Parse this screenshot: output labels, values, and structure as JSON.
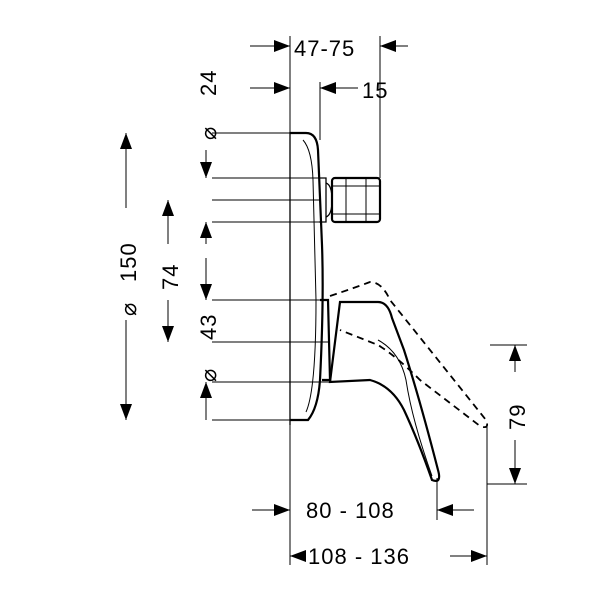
{
  "dimensions": {
    "depth_range": "47-75",
    "outlet_diameter": "24",
    "outlet_length": "15",
    "plate_diameter": "150",
    "outlet_spacing": "74",
    "handle_diameter": "43",
    "handle_height": "79",
    "projection_short": "80 - 108",
    "projection_long": "108 - 136"
  },
  "symbols": {
    "diameter": "⌀"
  }
}
